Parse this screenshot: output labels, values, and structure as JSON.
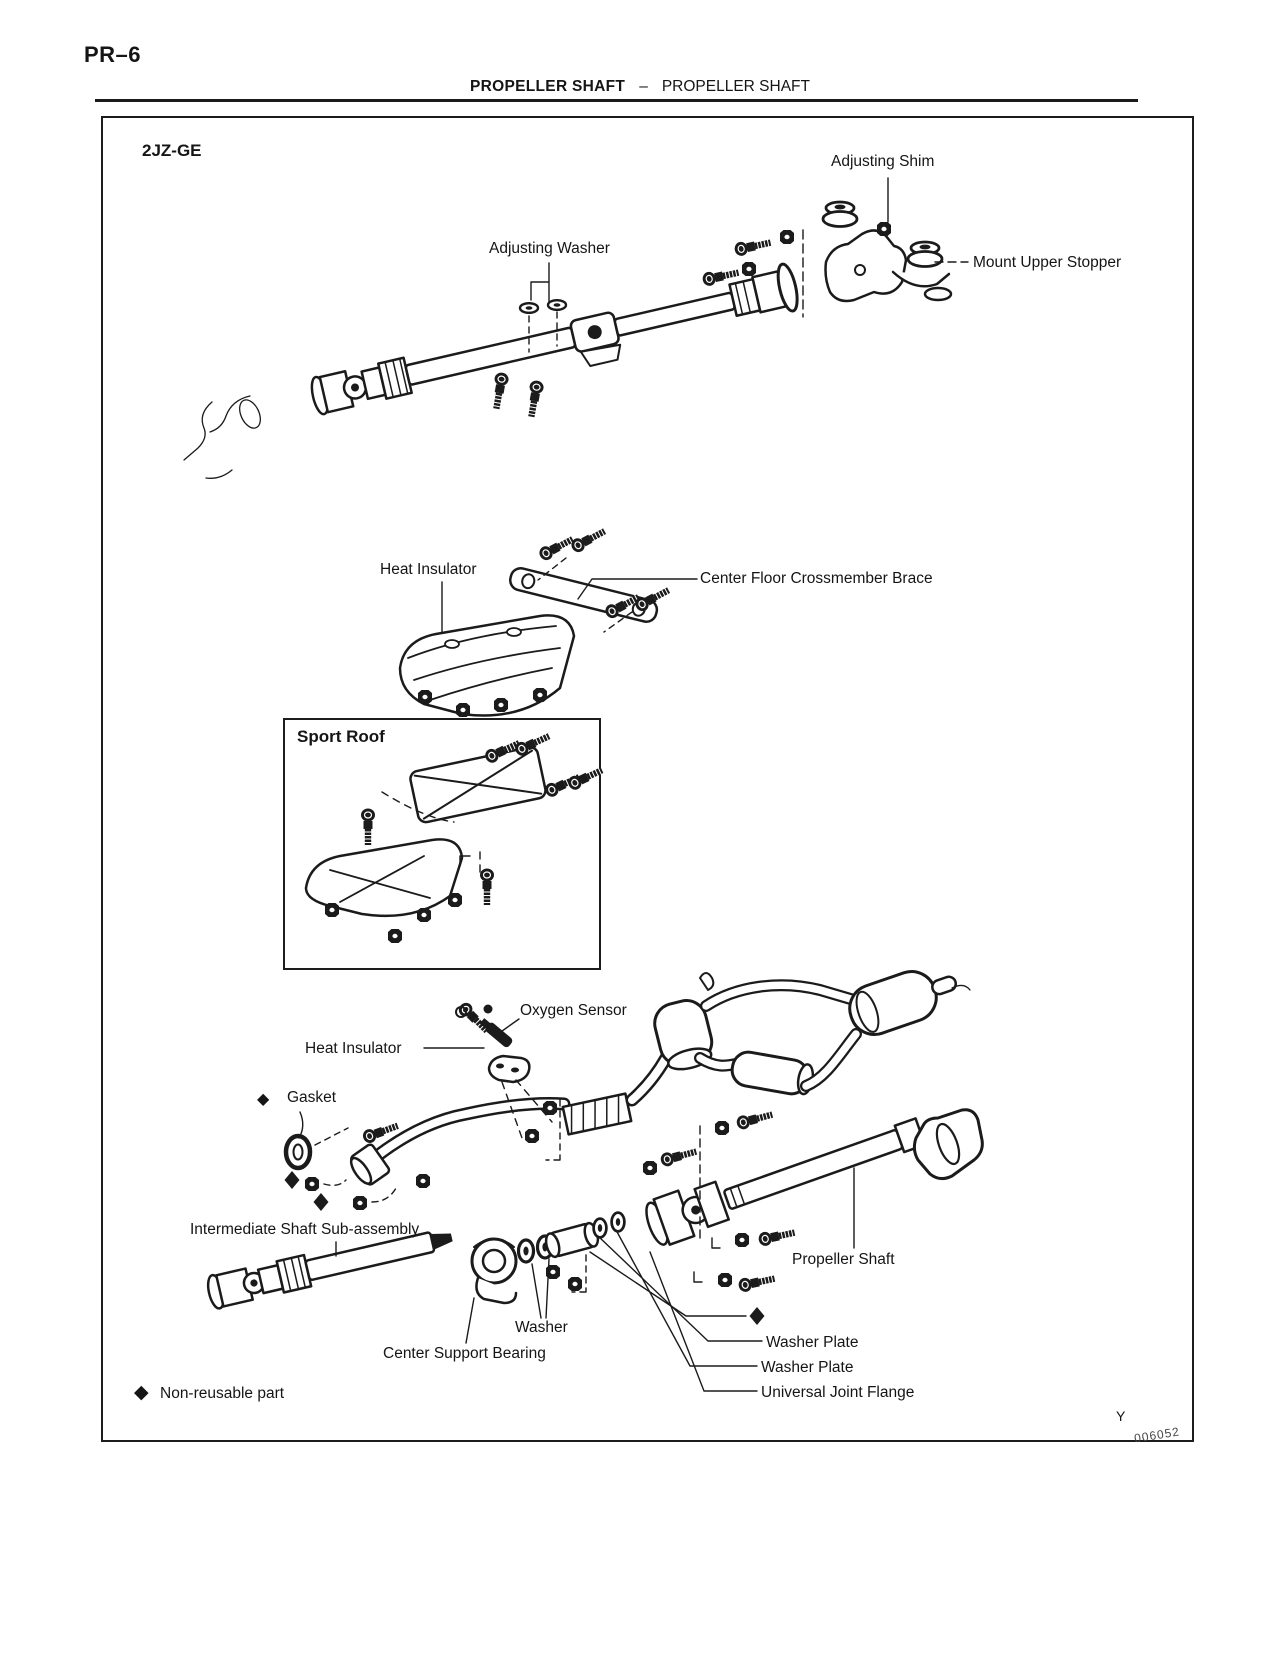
{
  "page": {
    "number": "PR–6",
    "section_title": "PROPELLER SHAFT",
    "separator": "–",
    "subsection_title": "PROPELLER SHAFT"
  },
  "figure": {
    "variant": "2JZ-GE",
    "inset_title": "Sport Roof",
    "marker": "◆",
    "legend_text": "Non-reusable part",
    "print_mark": "Y",
    "figure_code": "006052",
    "labels": {
      "adjusting_shim": "Adjusting Shim",
      "adjusting_washer": "Adjusting Washer",
      "mount_upper_stopper": "Mount Upper Stopper",
      "heat_insulator_upper": "Heat Insulator",
      "center_floor_crossmember_brace": "Center Floor Crossmember Brace",
      "oxygen_sensor": "Oxygen Sensor",
      "heat_insulator_lower": "Heat Insulator",
      "gasket": "Gasket",
      "intermediate_shaft_sub_assembly": "Intermediate Shaft Sub-assembly",
      "propeller_shaft": "Propeller Shaft",
      "washer": "Washer",
      "center_support_bearing": "Center Support Bearing",
      "washer_plate_1": "Washer Plate",
      "washer_plate_2": "Washer Plate",
      "universal_joint_flange": "Universal Joint Flange"
    }
  },
  "colors": {
    "ink": "#1b1b1b",
    "paper": "#ffffff"
  }
}
